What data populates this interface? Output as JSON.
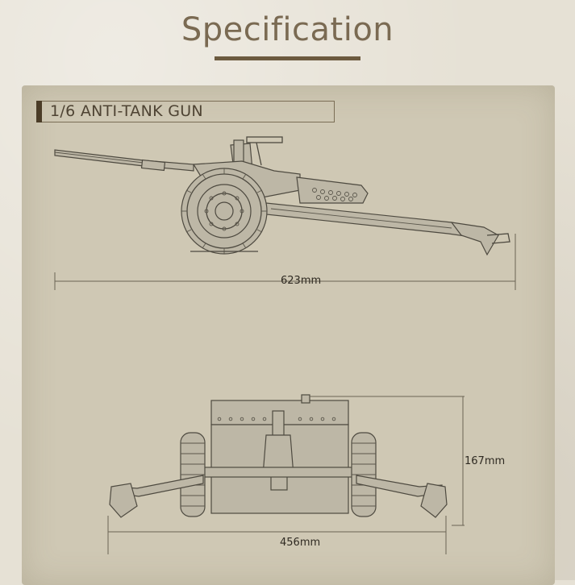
{
  "page": {
    "title": "Specification"
  },
  "section": {
    "label": "1/6 ANTI-TANK GUN"
  },
  "dimensions": {
    "side_length": "623mm",
    "top_height": "167mm",
    "top_width": "456mm"
  },
  "colors": {
    "background": "#e6e1d5",
    "panel": "#cfc8b4",
    "title": "#7a6a52",
    "accent": "#4b3c27",
    "line_art": "#4e4a40"
  }
}
